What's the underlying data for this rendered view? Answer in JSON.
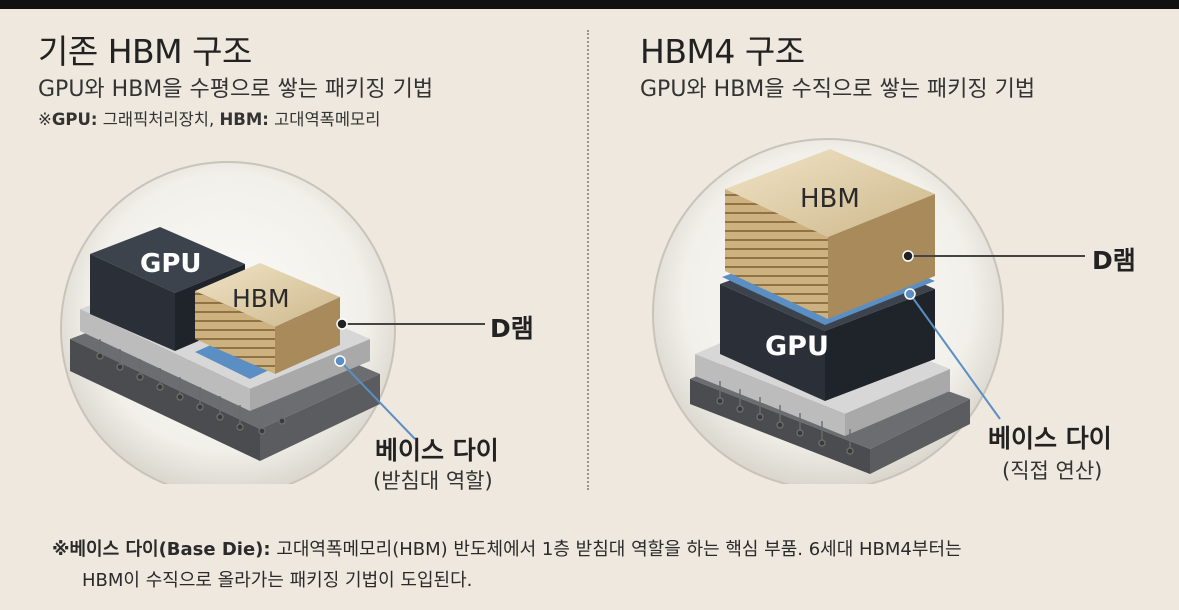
{
  "left": {
    "title": "기존 HBM 구조",
    "subtitle": "GPU와 HBM을 수평으로 쌓는 패키징 기법",
    "note": {
      "mark": "※",
      "gpu_term": "GPU:",
      "gpu_desc": " 그래픽처리장치, ",
      "hbm_term": "HBM:",
      "hbm_desc": " 고대역폭메모리"
    },
    "gpu_label": "GPU",
    "hbm_label": "HBM",
    "dram_label": "D램",
    "base_die_label": "베이스 다이",
    "base_die_role": "(받침대 역할)"
  },
  "right": {
    "title": "HBM4 구조",
    "subtitle": "GPU와 HBM을 수직으로 쌓는 패키징 기법",
    "gpu_label": "GPU",
    "hbm_label": "HBM",
    "dram_label": "D램",
    "base_die_label": "베이스 다이",
    "base_die_role": "(직접 연산)"
  },
  "footnote": {
    "term": "※베이스 다이(Base Die):",
    "line1": " 고대역폭메모리(HBM) 반도체에서 1층 받침대 역할을 하는 핵심 부품. 6세대 HBM4부터는",
    "line2": "HBM이 수직으로 올라가는 패키징 기법이 도입된다."
  },
  "colors": {
    "background": "#eee8de",
    "gpu_chip": "#2c323a",
    "hbm_gold": "#cfb787",
    "base_die_blue": "#5b8fc4",
    "substrate": "#bdbdbd"
  }
}
